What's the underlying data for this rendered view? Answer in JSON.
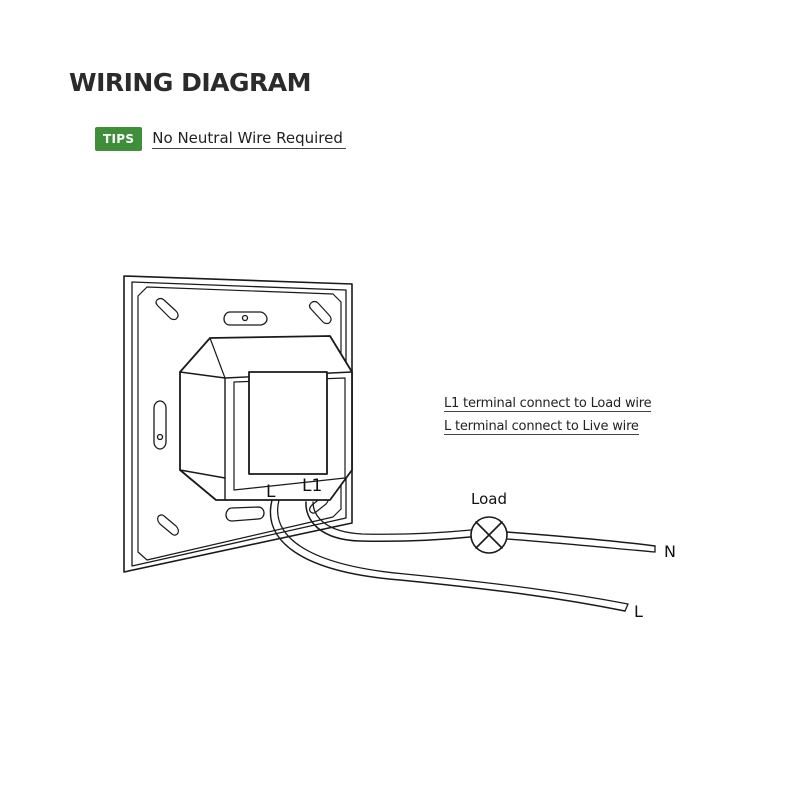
{
  "title": "WIRING DIAGRAM",
  "tips": {
    "badge": "TIPS",
    "text": "No Neutral Wire Required",
    "badge_color": "#3f8f3a"
  },
  "notes": [
    "L1 terminal connect to Load wire",
    "L terminal connect to Live wire"
  ],
  "diagram": {
    "terminal_L": "L",
    "terminal_L1": "L1",
    "load_label": "Load",
    "wire_N": "N",
    "wire_L": "L",
    "icons": [
      "switch-box",
      "lamp-symbol"
    ]
  }
}
